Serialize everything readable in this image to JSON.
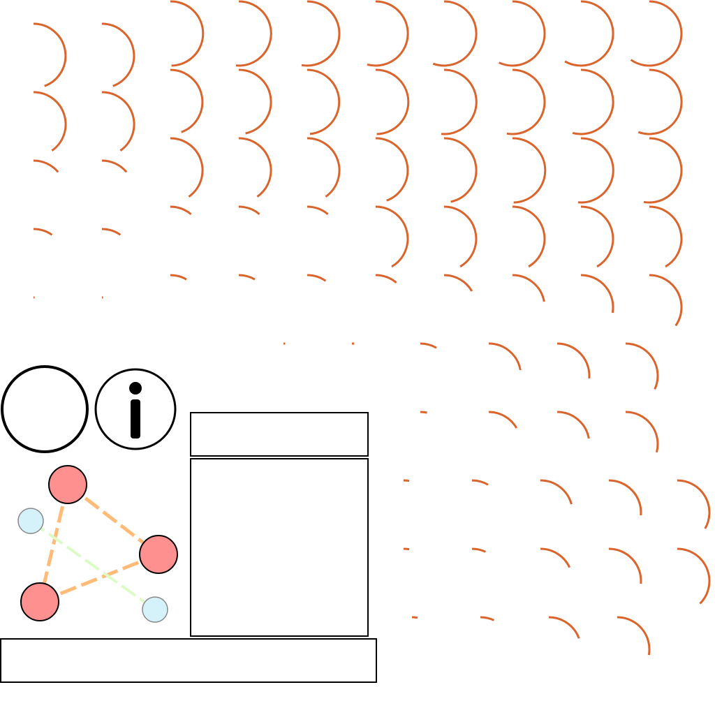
{
  "colors": {
    "arc": "#d9642c",
    "graph_node_primary": "#ff9090",
    "graph_node_secondary": "#d5f2fb",
    "graph_edge_primary": "#ffbb77",
    "graph_edge_secondary": "#dcfbc6",
    "outline": "#000000"
  },
  "icons": {
    "circle": "empty-circle-icon",
    "info": "info-icon"
  },
  "arc_grid": {
    "top_left_columns": 2,
    "top_right_columns": 8,
    "rows": 5
  },
  "graph": {
    "nodes": [
      {
        "id": "n1",
        "kind": "primary"
      },
      {
        "id": "n2",
        "kind": "primary"
      },
      {
        "id": "n3",
        "kind": "primary"
      },
      {
        "id": "n4",
        "kind": "secondary"
      },
      {
        "id": "n5",
        "kind": "secondary"
      }
    ],
    "edges": [
      {
        "from": "n1",
        "to": "n2",
        "kind": "primary"
      },
      {
        "from": "n1",
        "to": "n3",
        "kind": "primary"
      },
      {
        "from": "n3",
        "to": "n2",
        "kind": "primary"
      },
      {
        "from": "n4",
        "to": "n5",
        "kind": "secondary"
      }
    ]
  }
}
